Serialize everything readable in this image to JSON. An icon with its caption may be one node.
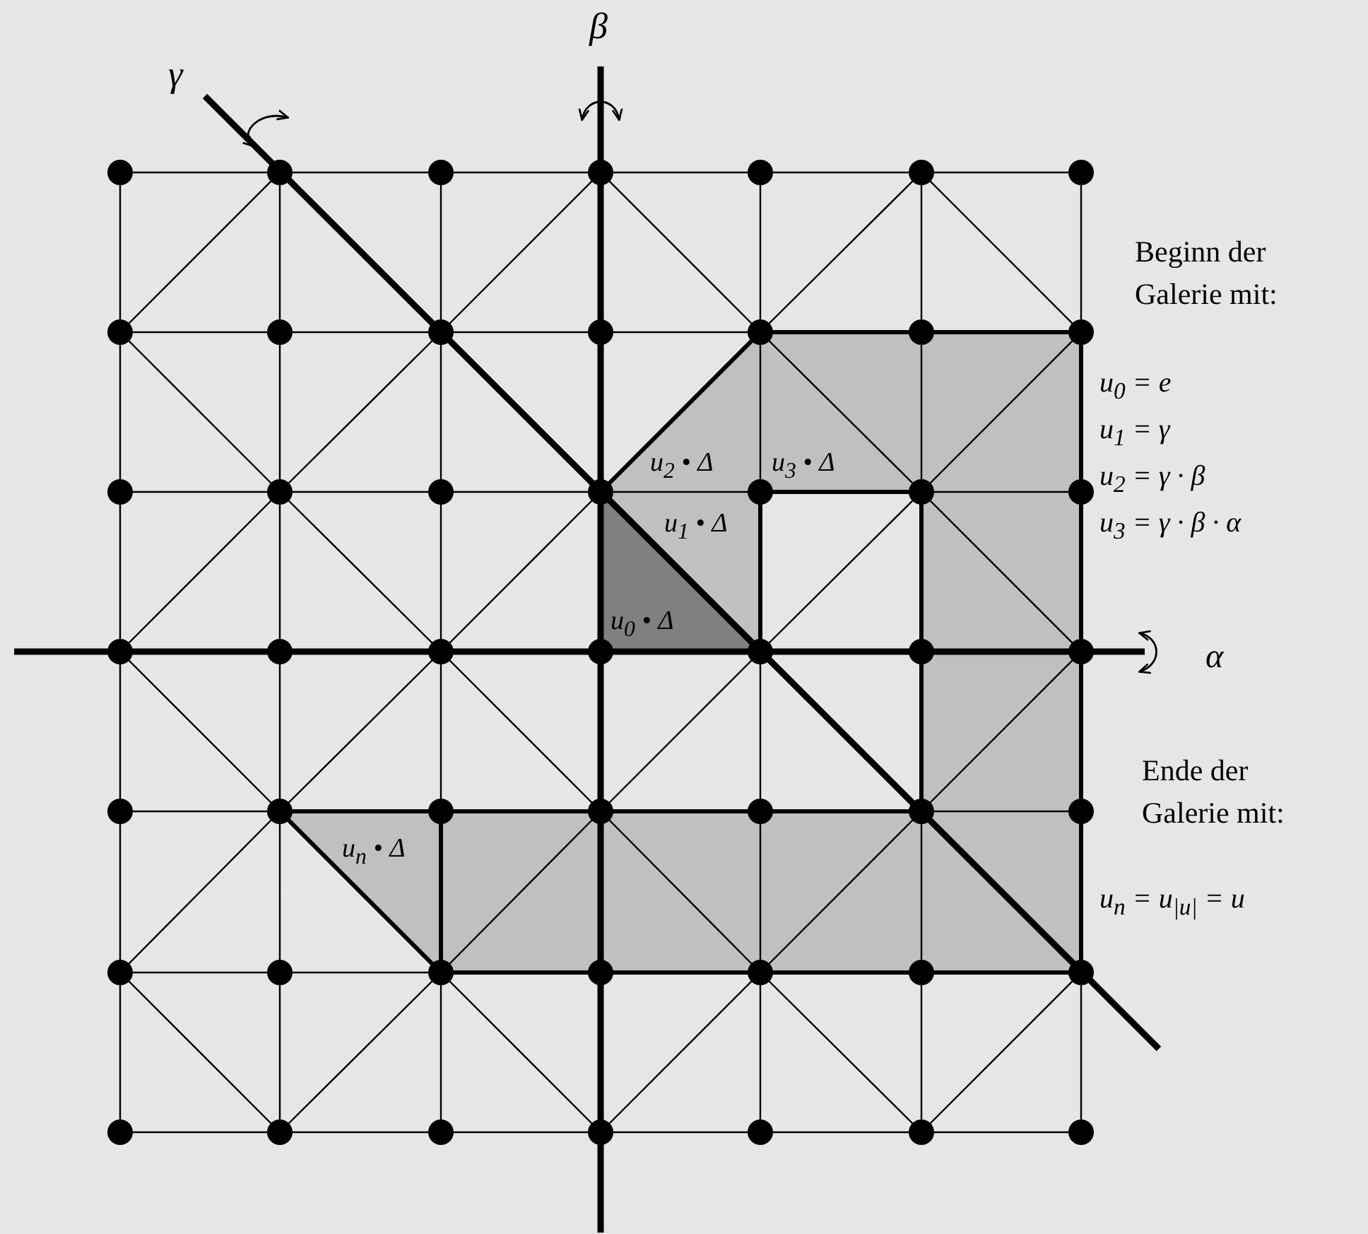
{
  "diagram": {
    "nodes": [
      {
        "text": [
          "u$_{0}$ • Δ"
        ]
      },
      {
        "text": [
          "u$_{1}$ • Δ"
        ]
      },
      {
        "text": [
          "u$_{2}$ • Δ"
        ]
      },
      {
        "text": [
          "u$_{3}$ • Δ"
        ]
      },
      {
        "text": [
          "u$_{n}$ • Δ"
        ]
      }
    ],
    "labels": [
      "γ",
      "β",
      "α",
      "Beginn der Galerie mit:",
      "u$_{0}$ = e",
      "u$_{1}$ = γ",
      "u$_{2}$ = γ · β",
      "u$_{3}$ = γ · β · α",
      "Ende der Galerie mit:",
      "u$_{n}$ = u$_{|u|}$ = u"
    ]
  }
}
